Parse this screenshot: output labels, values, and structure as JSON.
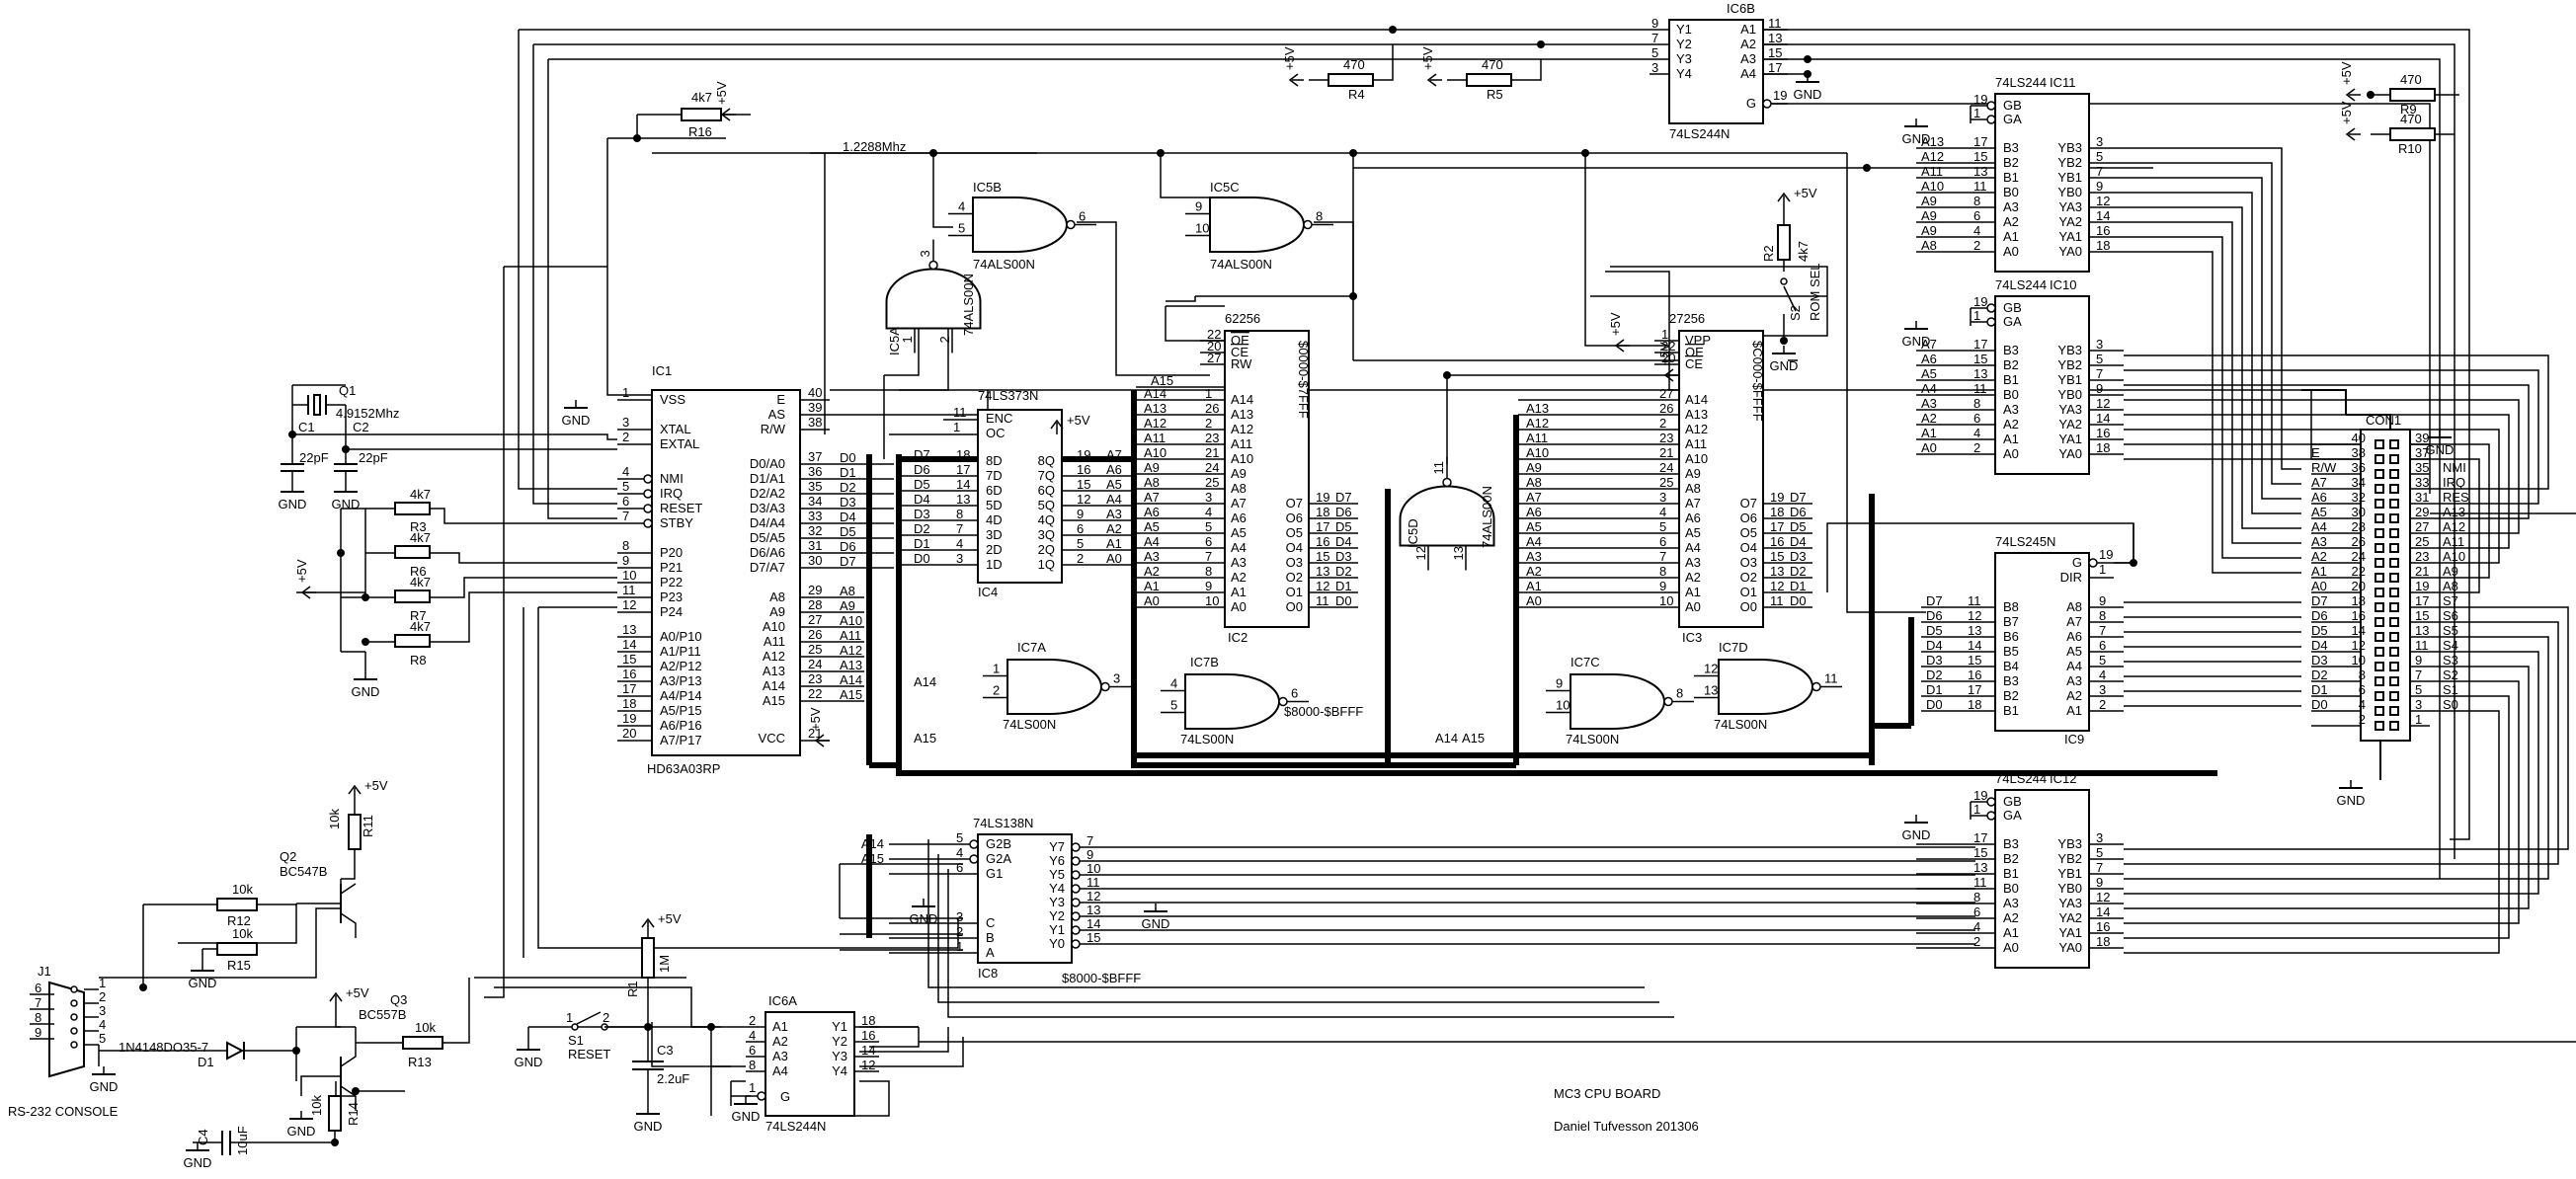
{
  "title": {
    "line1": "MC3 CPU BOARD",
    "line2": "Daniel Tufvesson 201306"
  },
  "ic1": {
    "ref": "IC1",
    "part": "HD63A03RP",
    "left_pins": [
      {
        "n": "1",
        "sig": "VSS"
      },
      {
        "n": "3",
        "sig": "XTAL"
      },
      {
        "n": "2",
        "sig": "EXTAL"
      },
      {
        "n": "4",
        "sig": "NMI"
      },
      {
        "n": "5",
        "sig": "IRQ"
      },
      {
        "n": "6",
        "sig": "RESET"
      },
      {
        "n": "7",
        "sig": "STBY"
      },
      {
        "n": "8",
        "sig": "P20"
      },
      {
        "n": "9",
        "sig": "P21"
      },
      {
        "n": "10",
        "sig": "P22"
      },
      {
        "n": "11",
        "sig": "P23"
      },
      {
        "n": "12",
        "sig": "P24"
      },
      {
        "n": "13",
        "sig": "A0/P10"
      },
      {
        "n": "14",
        "sig": "A1/P11"
      },
      {
        "n": "15",
        "sig": "A2/P12"
      },
      {
        "n": "16",
        "sig": "A3/P13"
      },
      {
        "n": "17",
        "sig": "A4/P14"
      },
      {
        "n": "18",
        "sig": "A5/P15"
      },
      {
        "n": "19",
        "sig": "A6/P16"
      },
      {
        "n": "20",
        "sig": "A7/P17"
      }
    ],
    "right_top": [
      {
        "n": "40",
        "sig": "E"
      },
      {
        "n": "39",
        "sig": "AS"
      },
      {
        "n": "38",
        "sig": "R/W"
      }
    ],
    "right_data": [
      {
        "n": "37",
        "sig": "D0/A0",
        "net": "D0"
      },
      {
        "n": "36",
        "sig": "D1/A1",
        "net": "D1"
      },
      {
        "n": "35",
        "sig": "D2/A2",
        "net": "D2"
      },
      {
        "n": "34",
        "sig": "D3/A3",
        "net": "D3"
      },
      {
        "n": "33",
        "sig": "D4/A4",
        "net": "D4"
      },
      {
        "n": "32",
        "sig": "D5/A5",
        "net": "D5"
      },
      {
        "n": "31",
        "sig": "D6/A6",
        "net": "D6"
      },
      {
        "n": "30",
        "sig": "D7/A7",
        "net": "D7"
      }
    ],
    "right_addr": [
      {
        "n": "29",
        "sig": "A8",
        "net": "A8"
      },
      {
        "n": "28",
        "sig": "A9",
        "net": "A9"
      },
      {
        "n": "27",
        "sig": "A10",
        "net": "A10"
      },
      {
        "n": "26",
        "sig": "A11",
        "net": "A11"
      },
      {
        "n": "25",
        "sig": "A12",
        "net": "A12"
      },
      {
        "n": "24",
        "sig": "A13",
        "net": "A13"
      },
      {
        "n": "23",
        "sig": "A14",
        "net": "A14"
      },
      {
        "n": "22",
        "sig": "A15",
        "net": "A15"
      }
    ],
    "vcc": {
      "n": "21",
      "sig": "VCC"
    }
  },
  "ic4": {
    "ref": "IC4",
    "part": "74LS373N",
    "enc": "ENC",
    "oc": "OC",
    "enc_n": "11",
    "oc_n": "1",
    "rows": [
      {
        "net_in": "D7",
        "in_n": "18",
        "in": "8D",
        "out": "8Q",
        "out_n": "19",
        "net_out": "A7"
      },
      {
        "net_in": "D6",
        "in_n": "17",
        "in": "7D",
        "out": "7Q",
        "out_n": "16",
        "net_out": "A6"
      },
      {
        "net_in": "D5",
        "in_n": "14",
        "in": "6D",
        "out": "6Q",
        "out_n": "15",
        "net_out": "A5"
      },
      {
        "net_in": "D4",
        "in_n": "13",
        "in": "5D",
        "out": "5Q",
        "out_n": "12",
        "net_out": "A4"
      },
      {
        "net_in": "D3",
        "in_n": "8",
        "in": "4D",
        "out": "4Q",
        "out_n": "9",
        "net_out": "A3"
      },
      {
        "net_in": "D2",
        "in_n": "7",
        "in": "3D",
        "out": "3Q",
        "out_n": "6",
        "net_out": "A2"
      },
      {
        "net_in": "D1",
        "in_n": "4",
        "in": "2D",
        "out": "2Q",
        "out_n": "5",
        "net_out": "A1"
      },
      {
        "net_in": "D0",
        "in_n": "3",
        "in": "1D",
        "out": "1Q",
        "out_n": "2",
        "net_out": "A0"
      }
    ]
  },
  "ic2": {
    "ref": "IC2",
    "part": "62256",
    "range": "$0000-$7FFF",
    "ctl": [
      {
        "n": "22",
        "sig": "OE"
      },
      {
        "n": "20",
        "sig": "CE"
      },
      {
        "n": "27",
        "sig": "RW"
      }
    ],
    "addr": [
      {
        "net": "A14",
        "n": "1",
        "sig": "A14"
      },
      {
        "net": "A13",
        "n": "26",
        "sig": "A13"
      },
      {
        "net": "A12",
        "n": "2",
        "sig": "A12"
      },
      {
        "net": "A11",
        "n": "23",
        "sig": "A11"
      },
      {
        "net": "A10",
        "n": "21",
        "sig": "A10"
      },
      {
        "net": "A9",
        "n": "24",
        "sig": "A9"
      },
      {
        "net": "A8",
        "n": "25",
        "sig": "A8"
      },
      {
        "net": "A7",
        "n": "3",
        "sig": "A7"
      },
      {
        "net": "A6",
        "n": "4",
        "sig": "A6"
      },
      {
        "net": "A5",
        "n": "5",
        "sig": "A5"
      },
      {
        "net": "A4",
        "n": "6",
        "sig": "A4"
      },
      {
        "net": "A3",
        "n": "7",
        "sig": "A3"
      },
      {
        "net": "A2",
        "n": "8",
        "sig": "A2"
      },
      {
        "net": "A1",
        "n": "9",
        "sig": "A1"
      },
      {
        "net": "A0",
        "n": "10",
        "sig": "A0"
      }
    ],
    "addr_top_net": "A15",
    "data": [
      {
        "sig": "O7",
        "n": "19",
        "net": "D7"
      },
      {
        "sig": "O6",
        "n": "18",
        "net": "D6"
      },
      {
        "sig": "O5",
        "n": "17",
        "net": "D5"
      },
      {
        "sig": "O4",
        "n": "16",
        "net": "D4"
      },
      {
        "sig": "O3",
        "n": "15",
        "net": "D3"
      },
      {
        "sig": "O2",
        "n": "13",
        "net": "D2"
      },
      {
        "sig": "O1",
        "n": "12",
        "net": "D1"
      },
      {
        "sig": "O0",
        "n": "11",
        "net": "D0"
      }
    ]
  },
  "ic3": {
    "ref": "IC3",
    "part": "27256",
    "range": "$C000-$FFFF",
    "ctl": [
      {
        "n": "1",
        "sig": "VPP"
      },
      {
        "n": "22",
        "sig": "OE"
      },
      {
        "n": "20",
        "sig": "CE"
      }
    ],
    "addr": [
      {
        "net": "",
        "n": "27",
        "sig": "A14"
      },
      {
        "net": "A13",
        "n": "26",
        "sig": "A13"
      },
      {
        "net": "A12",
        "n": "2",
        "sig": "A12"
      },
      {
        "net": "A11",
        "n": "23",
        "sig": "A11"
      },
      {
        "net": "A10",
        "n": "21",
        "sig": "A10"
      },
      {
        "net": "A9",
        "n": "24",
        "sig": "A9"
      },
      {
        "net": "A8",
        "n": "25",
        "sig": "A8"
      },
      {
        "net": "A7",
        "n": "3",
        "sig": "A7"
      },
      {
        "net": "A6",
        "n": "4",
        "sig": "A6"
      },
      {
        "net": "A5",
        "n": "5",
        "sig": "A5"
      },
      {
        "net": "A4",
        "n": "6",
        "sig": "A4"
      },
      {
        "net": "A3",
        "n": "7",
        "sig": "A3"
      },
      {
        "net": "A2",
        "n": "8",
        "sig": "A2"
      },
      {
        "net": "A1",
        "n": "9",
        "sig": "A1"
      },
      {
        "net": "A0",
        "n": "10",
        "sig": "A0"
      }
    ],
    "data": [
      {
        "sig": "O7",
        "n": "19",
        "net": "D7"
      },
      {
        "sig": "O6",
        "n": "18",
        "net": "D6"
      },
      {
        "sig": "O5",
        "n": "17",
        "net": "D5"
      },
      {
        "sig": "O4",
        "n": "16",
        "net": "D4"
      },
      {
        "sig": "O3",
        "n": "15",
        "net": "D3"
      },
      {
        "sig": "O2",
        "n": "13",
        "net": "D2"
      },
      {
        "sig": "O1",
        "n": "12",
        "net": "D1"
      },
      {
        "sig": "O0",
        "n": "11",
        "net": "D0"
      }
    ]
  },
  "ic8": {
    "ref": "IC8",
    "part": "74LS138N",
    "range": "$8000-$BFFF",
    "left": [
      {
        "n": "5",
        "sig": "G2B",
        "net": "A14"
      },
      {
        "n": "4",
        "sig": "G2A",
        "net": "A15"
      },
      {
        "n": "6",
        "sig": "G1",
        "net": ""
      },
      {
        "n": "3",
        "sig": "C",
        "net": ""
      },
      {
        "n": "2",
        "sig": "B",
        "net": ""
      },
      {
        "n": "1",
        "sig": "A",
        "net": ""
      }
    ],
    "right": [
      {
        "sig": "Y7",
        "n": "7"
      },
      {
        "sig": "Y6",
        "n": "9"
      },
      {
        "sig": "Y5",
        "n": "10"
      },
      {
        "sig": "Y4",
        "n": "11"
      },
      {
        "sig": "Y3",
        "n": "12"
      },
      {
        "sig": "Y2",
        "n": "13"
      },
      {
        "sig": "Y1",
        "n": "14"
      },
      {
        "sig": "Y0",
        "n": "15"
      }
    ]
  },
  "ic6a": {
    "ref": "IC6A",
    "part": "74LS244N",
    "rows": [
      {
        "ln": "2",
        "in": "A1",
        "out": "Y1",
        "rn": "18"
      },
      {
        "ln": "4",
        "in": "A2",
        "out": "Y2",
        "rn": "16"
      },
      {
        "ln": "6",
        "in": "A3",
        "out": "Y3",
        "rn": "14"
      },
      {
        "ln": "8",
        "in": "A4",
        "out": "Y4",
        "rn": "12"
      }
    ],
    "g": "G",
    "g_n": "1"
  },
  "ic6b": {
    "ref": "IC6B",
    "part": "74LS244N",
    "rows": [
      {
        "ln": "9",
        "out": "Y1",
        "in": "A1",
        "rn": "11"
      },
      {
        "ln": "7",
        "out": "Y2",
        "in": "A2",
        "rn": "13"
      },
      {
        "ln": "5",
        "out": "Y3",
        "in": "A3",
        "rn": "15"
      },
      {
        "ln": "3",
        "out": "Y4",
        "in": "A4",
        "rn": "17"
      }
    ],
    "g": "G",
    "g_n": "19"
  },
  "ic244": [
    {
      "key": "ic11",
      "ref": "IC11",
      "part": "74LS244",
      "gb_n": "19",
      "ga_n": "1",
      "rows": [
        {
          "net": "A13",
          "ln": "17",
          "in": "B3",
          "out": "YB3",
          "rn": "3"
        },
        {
          "net": "A12",
          "ln": "15",
          "in": "B2",
          "out": "YB2",
          "rn": "5"
        },
        {
          "net": "A11",
          "ln": "13",
          "in": "B1",
          "out": "YB1",
          "rn": "7"
        },
        {
          "net": "A10",
          "ln": "11",
          "in": "B0",
          "out": "YB0",
          "rn": "9"
        },
        {
          "net": "A9",
          "ln": "8",
          "in": "A3",
          "out": "YA3",
          "rn": "12"
        },
        {
          "net": "A9",
          "ln": "6",
          "in": "A2",
          "out": "YA2",
          "rn": "14"
        },
        {
          "net": "A9",
          "ln": "4",
          "in": "A1",
          "out": "YA1",
          "rn": "16"
        },
        {
          "net": "A8",
          "ln": "2",
          "in": "A0",
          "out": "YA0",
          "rn": "18"
        }
      ]
    },
    {
      "key": "ic10",
      "ref": "IC10",
      "part": "74LS244",
      "gb_n": "19",
      "ga_n": "1",
      "rows": [
        {
          "net": "A7",
          "ln": "17",
          "in": "B3",
          "out": "YB3",
          "rn": "3"
        },
        {
          "net": "A6",
          "ln": "15",
          "in": "B2",
          "out": "YB2",
          "rn": "5"
        },
        {
          "net": "A5",
          "ln": "13",
          "in": "B1",
          "out": "YB1",
          "rn": "7"
        },
        {
          "net": "A4",
          "ln": "11",
          "in": "B0",
          "out": "YB0",
          "rn": "9"
        },
        {
          "net": "A3",
          "ln": "8",
          "in": "A3",
          "out": "YA3",
          "rn": "12"
        },
        {
          "net": "A2",
          "ln": "6",
          "in": "A2",
          "out": "YA2",
          "rn": "14"
        },
        {
          "net": "A1",
          "ln": "4",
          "in": "A1",
          "out": "YA1",
          "rn": "16"
        },
        {
          "net": "A0",
          "ln": "2",
          "in": "A0",
          "out": "YA0",
          "rn": "18"
        }
      ]
    },
    {
      "key": "ic12",
      "ref": "IC12",
      "part": "74LS244",
      "gb_n": "19",
      "ga_n": "1",
      "rows": [
        {
          "net": "",
          "ln": "17",
          "in": "B3",
          "out": "YB3",
          "rn": "3"
        },
        {
          "net": "",
          "ln": "15",
          "in": "B2",
          "out": "YB2",
          "rn": "5"
        },
        {
          "net": "",
          "ln": "13",
          "in": "B1",
          "out": "YB1",
          "rn": "7"
        },
        {
          "net": "",
          "ln": "11",
          "in": "B0",
          "out": "YB0",
          "rn": "9"
        },
        {
          "net": "",
          "ln": "8",
          "in": "A3",
          "out": "YA3",
          "rn": "12"
        },
        {
          "net": "",
          "ln": "6",
          "in": "A2",
          "out": "YA2",
          "rn": "14"
        },
        {
          "net": "",
          "ln": "4",
          "in": "A1",
          "out": "YA1",
          "rn": "16"
        },
        {
          "net": "",
          "ln": "2",
          "in": "A0",
          "out": "YA0",
          "rn": "18"
        }
      ]
    }
  ],
  "ic9": {
    "ref": "IC9",
    "part": "74LS245N",
    "g": "G",
    "dir": "DIR",
    "g_n": "19",
    "dir_n": "1",
    "rows": [
      {
        "net": "D7",
        "ln": "11",
        "in": "B8",
        "out": "A8",
        "rn": "9"
      },
      {
        "net": "D6",
        "ln": "12",
        "in": "B7",
        "out": "A7",
        "rn": "8"
      },
      {
        "net": "D5",
        "ln": "13",
        "in": "B6",
        "out": "A6",
        "rn": "7"
      },
      {
        "net": "D4",
        "ln": "14",
        "in": "B5",
        "out": "A5",
        "rn": "6"
      },
      {
        "net": "D3",
        "ln": "15",
        "in": "B4",
        "out": "A4",
        "rn": "5"
      },
      {
        "net": "D2",
        "ln": "16",
        "in": "B3",
        "out": "A3",
        "rn": "4"
      },
      {
        "net": "D1",
        "ln": "17",
        "in": "B2",
        "out": "A2",
        "rn": "3"
      },
      {
        "net": "D0",
        "ln": "18",
        "in": "B1",
        "out": "A1",
        "rn": "2"
      }
    ]
  },
  "con1": {
    "ref": "CON1",
    "rows": [
      {
        "ll": "",
        "l": "40",
        "r": "39",
        "rl": ""
      },
      {
        "ll": "E",
        "l": "38",
        "r": "37",
        "rl": ""
      },
      {
        "ll": "R/W",
        "l": "36",
        "r": "35",
        "rl": "NMI"
      },
      {
        "ll": "A7",
        "l": "34",
        "r": "33",
        "rl": "IRQ"
      },
      {
        "ll": "A6",
        "l": "32",
        "r": "31",
        "rl": "RES"
      },
      {
        "ll": "A5",
        "l": "30",
        "r": "29",
        "rl": "A13"
      },
      {
        "ll": "A4",
        "l": "28",
        "r": "27",
        "rl": "A12"
      },
      {
        "ll": "A3",
        "l": "26",
        "r": "25",
        "rl": "A11"
      },
      {
        "ll": "A2",
        "l": "24",
        "r": "23",
        "rl": "A10"
      },
      {
        "ll": "A1",
        "l": "22",
        "r": "21",
        "rl": "A9"
      },
      {
        "ll": "A0",
        "l": "20",
        "r": "19",
        "rl": "A8"
      },
      {
        "ll": "D7",
        "l": "18",
        "r": "17",
        "rl": "S7"
      },
      {
        "ll": "D6",
        "l": "16",
        "r": "15",
        "rl": "S6"
      },
      {
        "ll": "D5",
        "l": "14",
        "r": "13",
        "rl": "S5"
      },
      {
        "ll": "D4",
        "l": "12",
        "r": "11",
        "rl": "S4"
      },
      {
        "ll": "D3",
        "l": "10",
        "r": "9",
        "rl": "S3"
      },
      {
        "ll": "D2",
        "l": "8",
        "r": "7",
        "rl": "S2"
      },
      {
        "ll": "D1",
        "l": "6",
        "r": "5",
        "rl": "S1"
      },
      {
        "ll": "D0",
        "l": "4",
        "r": "3",
        "rl": "S0"
      },
      {
        "ll": "",
        "l": "2",
        "r": "1",
        "rl": ""
      }
    ]
  },
  "gates": {
    "ic5b": {
      "ref": "IC5B",
      "part": "74ALS00N",
      "in1": "4",
      "in2": "5",
      "out": "6"
    },
    "ic5c": {
      "ref": "IC5C",
      "part": "74ALS00N",
      "in1": "9",
      "in2": "10",
      "out": "8"
    },
    "ic5a": {
      "ref": "IC5A",
      "part": "74ALS00N",
      "in1": "1",
      "in2": "2",
      "out": "3"
    },
    "ic5d": {
      "ref": "IC5D",
      "part": "74ALS00N",
      "in1": "12",
      "in2": "13",
      "out": "11"
    },
    "ic7a": {
      "ref": "IC7A",
      "part": "74LS00N",
      "in1": "1",
      "in2": "2",
      "out": "3",
      "net": "A14"
    },
    "ic7b": {
      "ref": "IC7B",
      "part": "74LS00N",
      "in1": "4",
      "in2": "5",
      "out": "6",
      "net": "A15",
      "label": "$8000-$BFFF"
    },
    "ic7c": {
      "ref": "IC7C",
      "part": "74LS00N",
      "in1": "9",
      "in2": "10",
      "out": "8"
    },
    "ic7d": {
      "ref": "IC7D",
      "part": "74LS00N",
      "in1": "12",
      "in2": "13",
      "out": "11"
    }
  },
  "net_labels": {
    "clk": "1.2288Mhz",
    "a14": "A14",
    "a15": "A15",
    "a14b": "A14",
    "a15b": "A15"
  },
  "parts": {
    "q1": "Q1",
    "q1_val": "4.9152Mhz",
    "c1": "C1",
    "c1_val": "22pF",
    "c2": "C2",
    "c2_val": "22pF",
    "r3": "R3",
    "r6": "R6",
    "r7": "R7",
    "r8": "R8",
    "r_4k7": "4k7",
    "r16": "R16",
    "r16_val": "4k7",
    "r4": "R4",
    "r4_val": "470",
    "r5": "R5",
    "r5_val": "470",
    "r9": "R9",
    "r9_val": "470",
    "r10": "R10",
    "r10_val": "470",
    "r2": "R2",
    "r2_val": "4k7",
    "s2": "S2",
    "s2_name": "ROM SEL",
    "r11": "R11",
    "r11_val": "10k",
    "r12": "R12",
    "r12_val": "10k",
    "r15": "R15",
    "r15_val": "10k",
    "r13": "R13",
    "r13_val": "10k",
    "r14": "R14",
    "r14_val": "10k",
    "q2": "Q2",
    "q2_val": "BC547B",
    "q3": "Q3",
    "q3_val": "BC557B",
    "d1": "D1",
    "d1_val": "1N4148DO35-7",
    "c4": "C4",
    "c4_val": "10uF",
    "j1": "J1",
    "j1_name": "RS-232 CONSOLE",
    "j1_pins": [
      "6",
      "7",
      "8",
      "9",
      "1",
      "2",
      "3",
      "4",
      "5"
    ],
    "s1": "S1",
    "s1_name": "RESET",
    "s1_p1": "1",
    "s1_p2": "2",
    "r1": "R1",
    "r1_val": "1M",
    "c3": "C3",
    "c3_val": "2.2uF"
  },
  "power": {
    "gnd": "GND",
    "vcc": "+5V"
  }
}
